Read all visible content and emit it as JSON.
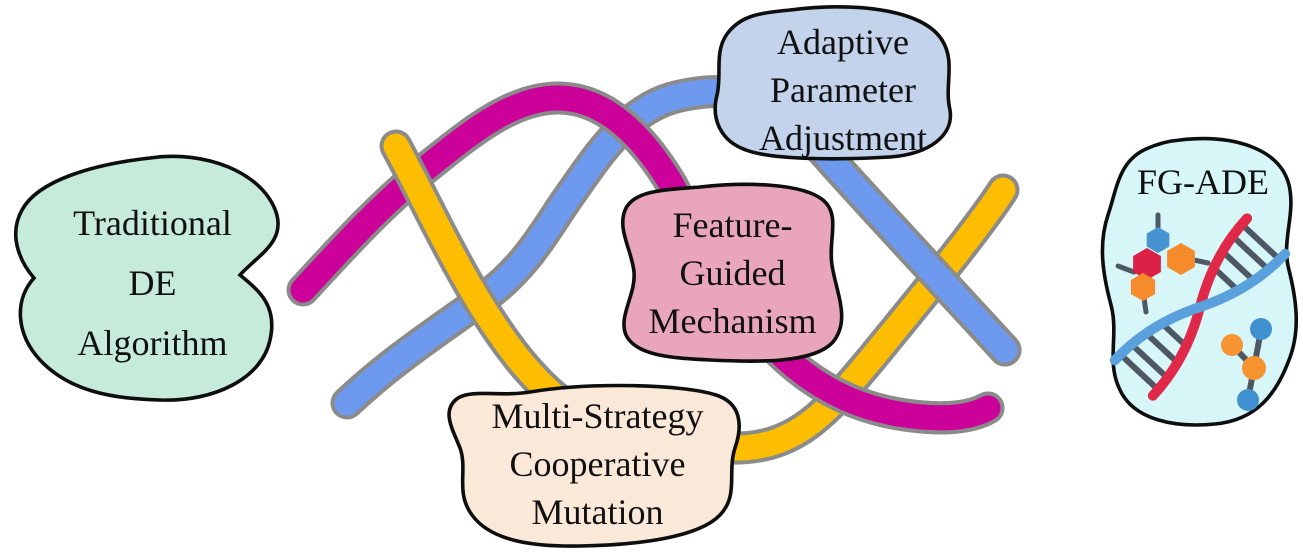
{
  "figure": {
    "background": "#ffffff",
    "nodes": {
      "traditional": {
        "lines": [
          "Traditional",
          "DE",
          "Algorithm"
        ],
        "fill": "#c7ebda"
      },
      "adaptive": {
        "lines": [
          "Adaptive",
          "Parameter",
          "Adjustment"
        ],
        "fill": "#c3d3ec"
      },
      "feature": {
        "lines": [
          "Feature-",
          "Guided",
          "Mechanism"
        ],
        "fill": "#e9a6ba"
      },
      "multi": {
        "lines": [
          "Multi-Strategy",
          "Cooperative",
          "Mutation"
        ],
        "fill": "#fae8d8"
      },
      "fgade": {
        "label": "FG-ADE",
        "fill": "#d6f6f8"
      }
    },
    "strands": {
      "magenta": "#cb0199",
      "yellow": "#fdbd00",
      "blue": "#6d9aee",
      "outline": "#8b8b8b"
    },
    "icons": {
      "dna": {
        "name": "dna-double-helix-icon",
        "red": "#e02848",
        "blue": "#5aa0dc",
        "rung": "#4e5864"
      },
      "hex_molecule": {
        "name": "hexagon-molecule-icon",
        "blue": "#4793d2",
        "red": "#dd2045",
        "orange": "#f68b2b",
        "bond": "#4e5864"
      },
      "dot_molecule": {
        "name": "circle-molecule-icon",
        "blue": "#4090d2",
        "orange": "#f79330",
        "bond": "#4e5864"
      }
    }
  }
}
